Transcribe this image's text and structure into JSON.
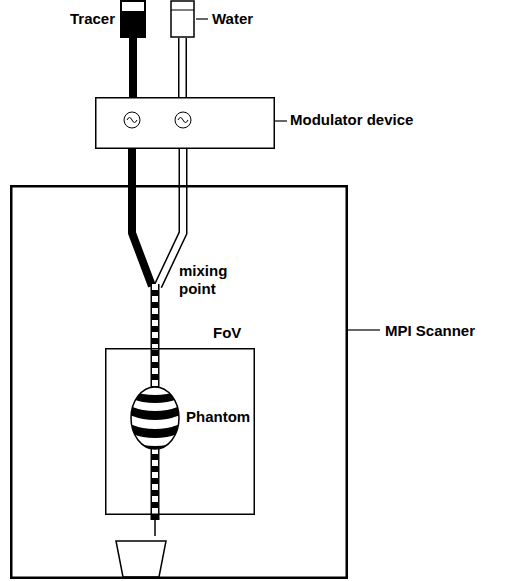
{
  "diagram": {
    "nodes": [
      {
        "text": [
          "Tracer"
        ]
      },
      {
        "text": [
          "Water"
        ]
      },
      {
        "text": [
          "Modulator device"
        ]
      },
      {
        "text": [
          "MPI Scanner"
        ]
      },
      {
        "text": [
          "FoV"
        ],
        "in": 3
      },
      {
        "text": [
          "Phantom"
        ],
        "in": 4
      }
    ],
    "edges": [
      {
        "from": 0,
        "to": 2,
        "arrow": "none"
      },
      {
        "from": 1,
        "to": 2,
        "arrow": "none"
      },
      {
        "from": 2,
        "to": 5,
        "arrow": "none"
      }
    ],
    "labels": [
      "mixing point"
    ]
  }
}
